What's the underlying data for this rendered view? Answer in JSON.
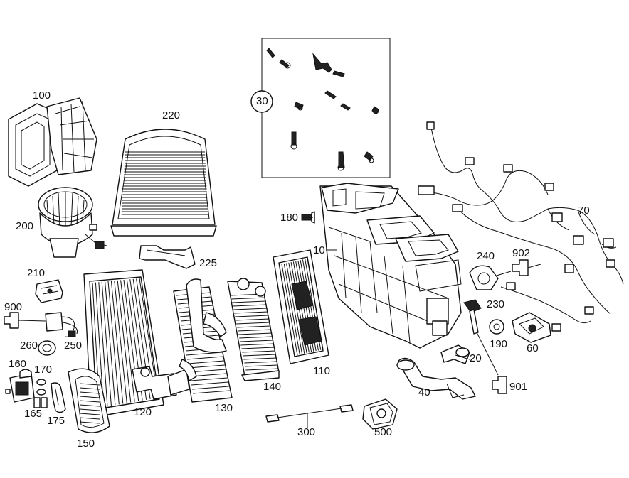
{
  "labels": {
    "l10": "10",
    "l20": "20",
    "l30": "30",
    "l40": "40",
    "l60": "60",
    "l70": "70",
    "l100": "100",
    "l110": "110",
    "l120": "120",
    "l130": "130",
    "l140": "140",
    "l150": "150",
    "l160": "160",
    "l165": "165",
    "l170": "170",
    "l175": "175",
    "l180": "180",
    "l190": "190",
    "l200": "200",
    "l210": "210",
    "l220": "220",
    "l225": "225",
    "l230": "230",
    "l240": "240",
    "l250": "250",
    "l260": "260",
    "l300": "300",
    "l500": "500",
    "l900": "900",
    "l901": "901",
    "l902": "902"
  },
  "colors": {
    "line": "#111111",
    "fill": "#ffffff",
    "shade": "#cfcfcf"
  },
  "icons": {
    "900": "connector-tag-icon",
    "901": "connector-tag-icon",
    "902": "connector-tag-icon",
    "30": "circled-callout-icon"
  }
}
